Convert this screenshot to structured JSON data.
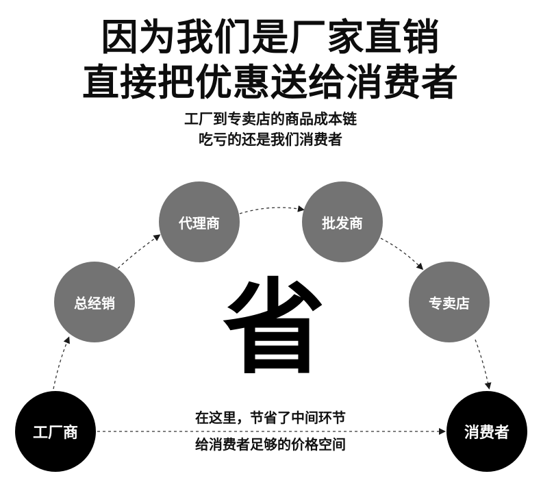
{
  "headline": {
    "line1": "因为我们是厂家直销",
    "line2": "直接把优惠送给消费者"
  },
  "subheadline": {
    "line1": "工厂到专卖店的商品成本链",
    "line2": "吃亏的还是我们消费者"
  },
  "flow": {
    "factory": "工厂商",
    "general_distributor": "总经销",
    "agent": "代理商",
    "wholesaler": "批发商",
    "store": "专卖店",
    "consumer": "消费者"
  },
  "center_char": "省",
  "bottom_note": {
    "line1": "在这里，节省了中间环节",
    "line2": "给消费者足够的价格空间"
  },
  "colors": {
    "gray_node": "#737373",
    "black_node": "#000000",
    "arrow": "#333333"
  }
}
